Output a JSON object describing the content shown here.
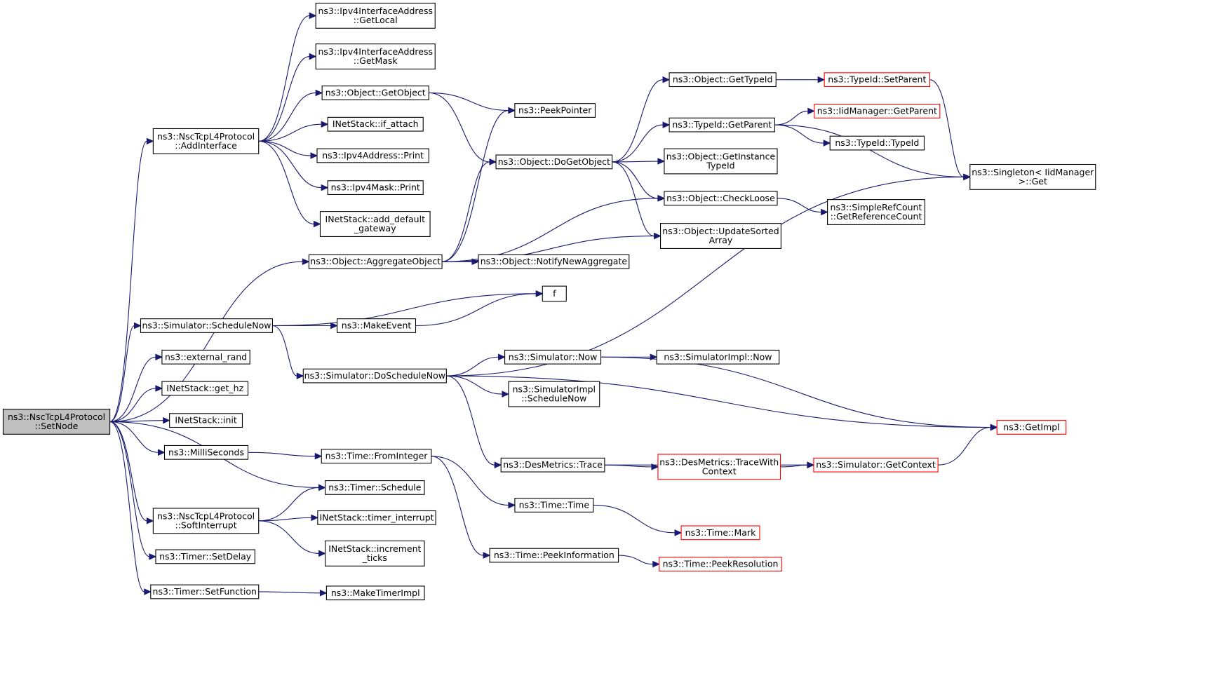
{
  "diagram": {
    "edge_color": "#191970",
    "node_border_normal": "#000000",
    "node_border_truncated": "#ff0000",
    "root_fill": "#bfbfbf",
    "nodes": [
      {
        "id": "setnode",
        "lines": [
          "ns3::NscTcpL4Protocol",
          "::SetNode"
        ],
        "style": "root"
      },
      {
        "id": "addinterface",
        "lines": [
          "ns3::NscTcpL4Protocol",
          "::AddInterface"
        ],
        "style": "normal"
      },
      {
        "id": "getlocal",
        "lines": [
          "ns3::Ipv4InterfaceAddress",
          "::GetLocal"
        ],
        "style": "normal"
      },
      {
        "id": "getmask",
        "lines": [
          "ns3::Ipv4InterfaceAddress",
          "::GetMask"
        ],
        "style": "normal"
      },
      {
        "id": "getobject",
        "lines": [
          "ns3::Object::GetObject"
        ],
        "style": "normal"
      },
      {
        "id": "ifattach",
        "lines": [
          "INetStack::if_attach"
        ],
        "style": "normal"
      },
      {
        "id": "ipv4addrprint",
        "lines": [
          "ns3::Ipv4Address::Print"
        ],
        "style": "normal"
      },
      {
        "id": "ipv4maskprint",
        "lines": [
          "ns3::Ipv4Mask::Print"
        ],
        "style": "normal"
      },
      {
        "id": "adddefaultgw",
        "lines": [
          "INetStack::add_default",
          "_gateway"
        ],
        "style": "normal"
      },
      {
        "id": "peekpointer",
        "lines": [
          "ns3::PeekPointer"
        ],
        "style": "normal"
      },
      {
        "id": "dogetobject",
        "lines": [
          "ns3::Object::DoGetObject"
        ],
        "style": "normal"
      },
      {
        "id": "gettypeid",
        "lines": [
          "ns3::Object::GetTypeId"
        ],
        "style": "normal"
      },
      {
        "id": "setparent",
        "lines": [
          "ns3::TypeId::SetParent"
        ],
        "style": "red"
      },
      {
        "id": "getparent",
        "lines": [
          "ns3::TypeId::GetParent"
        ],
        "style": "normal"
      },
      {
        "id": "iidgetparent",
        "lines": [
          "ns3::IidManager::GetParent"
        ],
        "style": "red"
      },
      {
        "id": "typeidtypeid",
        "lines": [
          "ns3::TypeId::TypeId"
        ],
        "style": "normal"
      },
      {
        "id": "singletonget",
        "lines": [
          "ns3::Singleton< IidManager",
          " >::Get"
        ],
        "style": "normal"
      },
      {
        "id": "getinstancetypeid",
        "lines": [
          "ns3::Object::GetInstance",
          "TypeId"
        ],
        "style": "normal"
      },
      {
        "id": "checkloose",
        "lines": [
          "ns3::Object::CheckLoose"
        ],
        "style": "normal"
      },
      {
        "id": "getrefcount",
        "lines": [
          "ns3::SimpleRefCount",
          "::GetReferenceCount"
        ],
        "style": "normal"
      },
      {
        "id": "updatesorted",
        "lines": [
          "ns3::Object::UpdateSorted",
          "Array"
        ],
        "style": "normal"
      },
      {
        "id": "aggregateobject",
        "lines": [
          "ns3::Object::AggregateObject"
        ],
        "style": "normal"
      },
      {
        "id": "notifynewagg",
        "lines": [
          "ns3::Object::NotifyNewAggregate"
        ],
        "style": "normal"
      },
      {
        "id": "f",
        "lines": [
          "f"
        ],
        "style": "normal"
      },
      {
        "id": "schedulenow",
        "lines": [
          "ns3::Simulator::ScheduleNow"
        ],
        "style": "normal"
      },
      {
        "id": "makeevent",
        "lines": [
          "ns3::MakeEvent"
        ],
        "style": "normal"
      },
      {
        "id": "externalrand",
        "lines": [
          "ns3::external_rand"
        ],
        "style": "normal"
      },
      {
        "id": "doschedulenow",
        "lines": [
          "ns3::Simulator::DoScheduleNow"
        ],
        "style": "normal"
      },
      {
        "id": "simnow",
        "lines": [
          "ns3::Simulator::Now"
        ],
        "style": "normal"
      },
      {
        "id": "simimplnow",
        "lines": [
          "ns3::SimulatorImpl::Now"
        ],
        "style": "normal"
      },
      {
        "id": "gethz",
        "lines": [
          "INetStack::get_hz"
        ],
        "style": "normal"
      },
      {
        "id": "simimplschedulenow",
        "lines": [
          "ns3::SimulatorImpl",
          "::ScheduleNow"
        ],
        "style": "normal"
      },
      {
        "id": "init",
        "lines": [
          "INetStack::init"
        ],
        "style": "normal"
      },
      {
        "id": "getimpl",
        "lines": [
          "ns3::GetImpl"
        ],
        "style": "red"
      },
      {
        "id": "milliseconds",
        "lines": [
          "ns3::MilliSeconds"
        ],
        "style": "normal"
      },
      {
        "id": "frominteger",
        "lines": [
          "ns3::Time::FromInteger"
        ],
        "style": "normal"
      },
      {
        "id": "desmetricstrace",
        "lines": [
          "ns3::DesMetrics::Trace"
        ],
        "style": "normal"
      },
      {
        "id": "tracewithcontext",
        "lines": [
          "ns3::DesMetrics::TraceWith",
          "Context"
        ],
        "style": "red"
      },
      {
        "id": "getcontext",
        "lines": [
          "ns3::Simulator::GetContext"
        ],
        "style": "red"
      },
      {
        "id": "timerschedule",
        "lines": [
          "ns3::Timer::Schedule"
        ],
        "style": "normal"
      },
      {
        "id": "timetime",
        "lines": [
          "ns3::Time::Time"
        ],
        "style": "normal"
      },
      {
        "id": "softinterrupt",
        "lines": [
          "ns3::NscTcpL4Protocol",
          "::SoftInterrupt"
        ],
        "style": "normal"
      },
      {
        "id": "timerinterrupt",
        "lines": [
          "INetStack::timer_interrupt"
        ],
        "style": "normal"
      },
      {
        "id": "timemark",
        "lines": [
          "ns3::Time::Mark"
        ],
        "style": "red"
      },
      {
        "id": "incrementticks",
        "lines": [
          "INetStack::increment",
          "_ticks"
        ],
        "style": "normal"
      },
      {
        "id": "setdelay",
        "lines": [
          "ns3::Timer::SetDelay"
        ],
        "style": "normal"
      },
      {
        "id": "peekinformation",
        "lines": [
          "ns3::Time::PeekInformation"
        ],
        "style": "normal"
      },
      {
        "id": "peekresolution",
        "lines": [
          "ns3::Time::PeekResolution"
        ],
        "style": "red"
      },
      {
        "id": "setfunction",
        "lines": [
          "ns3::Timer::SetFunction"
        ],
        "style": "normal"
      },
      {
        "id": "maketimerimpl",
        "lines": [
          "ns3::MakeTimerImpl"
        ],
        "style": "normal"
      }
    ],
    "edges": [
      [
        "setnode",
        "addinterface"
      ],
      [
        "setnode",
        "aggregateobject"
      ],
      [
        "setnode",
        "schedulenow"
      ],
      [
        "setnode",
        "externalrand"
      ],
      [
        "setnode",
        "gethz"
      ],
      [
        "setnode",
        "init"
      ],
      [
        "setnode",
        "milliseconds"
      ],
      [
        "setnode",
        "timerschedule"
      ],
      [
        "setnode",
        "softinterrupt"
      ],
      [
        "setnode",
        "setdelay"
      ],
      [
        "setnode",
        "setfunction"
      ],
      [
        "addinterface",
        "getlocal"
      ],
      [
        "addinterface",
        "getmask"
      ],
      [
        "addinterface",
        "getobject"
      ],
      [
        "addinterface",
        "ifattach"
      ],
      [
        "addinterface",
        "ipv4addrprint"
      ],
      [
        "addinterface",
        "ipv4maskprint"
      ],
      [
        "addinterface",
        "adddefaultgw"
      ],
      [
        "getobject",
        "peekpointer"
      ],
      [
        "getobject",
        "dogetobject"
      ],
      [
        "dogetobject",
        "gettypeid"
      ],
      [
        "dogetobject",
        "getparent"
      ],
      [
        "dogetobject",
        "getinstancetypeid"
      ],
      [
        "dogetobject",
        "checkloose"
      ],
      [
        "dogetobject",
        "updatesorted"
      ],
      [
        "gettypeid",
        "setparent"
      ],
      [
        "setparent",
        "singletonget"
      ],
      [
        "getparent",
        "iidgetparent"
      ],
      [
        "getparent",
        "typeidtypeid"
      ],
      [
        "getparent",
        "singletonget"
      ],
      [
        "checkloose",
        "getrefcount"
      ],
      [
        "aggregateobject",
        "peekpointer"
      ],
      [
        "aggregateobject",
        "dogetobject"
      ],
      [
        "aggregateobject",
        "checkloose"
      ],
      [
        "aggregateobject",
        "updatesorted"
      ],
      [
        "aggregateobject",
        "notifynewagg"
      ],
      [
        "schedulenow",
        "f"
      ],
      [
        "schedulenow",
        "makeevent"
      ],
      [
        "schedulenow",
        "doschedulenow"
      ],
      [
        "makeevent",
        "f"
      ],
      [
        "doschedulenow",
        "singletonget"
      ],
      [
        "doschedulenow",
        "simnow"
      ],
      [
        "doschedulenow",
        "simimplschedulenow"
      ],
      [
        "doschedulenow",
        "getimpl"
      ],
      [
        "doschedulenow",
        "desmetricstrace"
      ],
      [
        "simnow",
        "simimplnow"
      ],
      [
        "simnow",
        "getimpl"
      ],
      [
        "desmetricstrace",
        "tracewithcontext"
      ],
      [
        "desmetricstrace",
        "getcontext"
      ],
      [
        "tracewithcontext",
        "getcontext"
      ],
      [
        "getcontext",
        "getimpl"
      ],
      [
        "milliseconds",
        "frominteger"
      ],
      [
        "frominteger",
        "timetime"
      ],
      [
        "frominteger",
        "peekinformation"
      ],
      [
        "timetime",
        "timemark"
      ],
      [
        "peekinformation",
        "peekresolution"
      ],
      [
        "softinterrupt",
        "timerschedule"
      ],
      [
        "softinterrupt",
        "timerinterrupt"
      ],
      [
        "softinterrupt",
        "incrementticks"
      ],
      [
        "setfunction",
        "maketimerimpl"
      ]
    ]
  }
}
